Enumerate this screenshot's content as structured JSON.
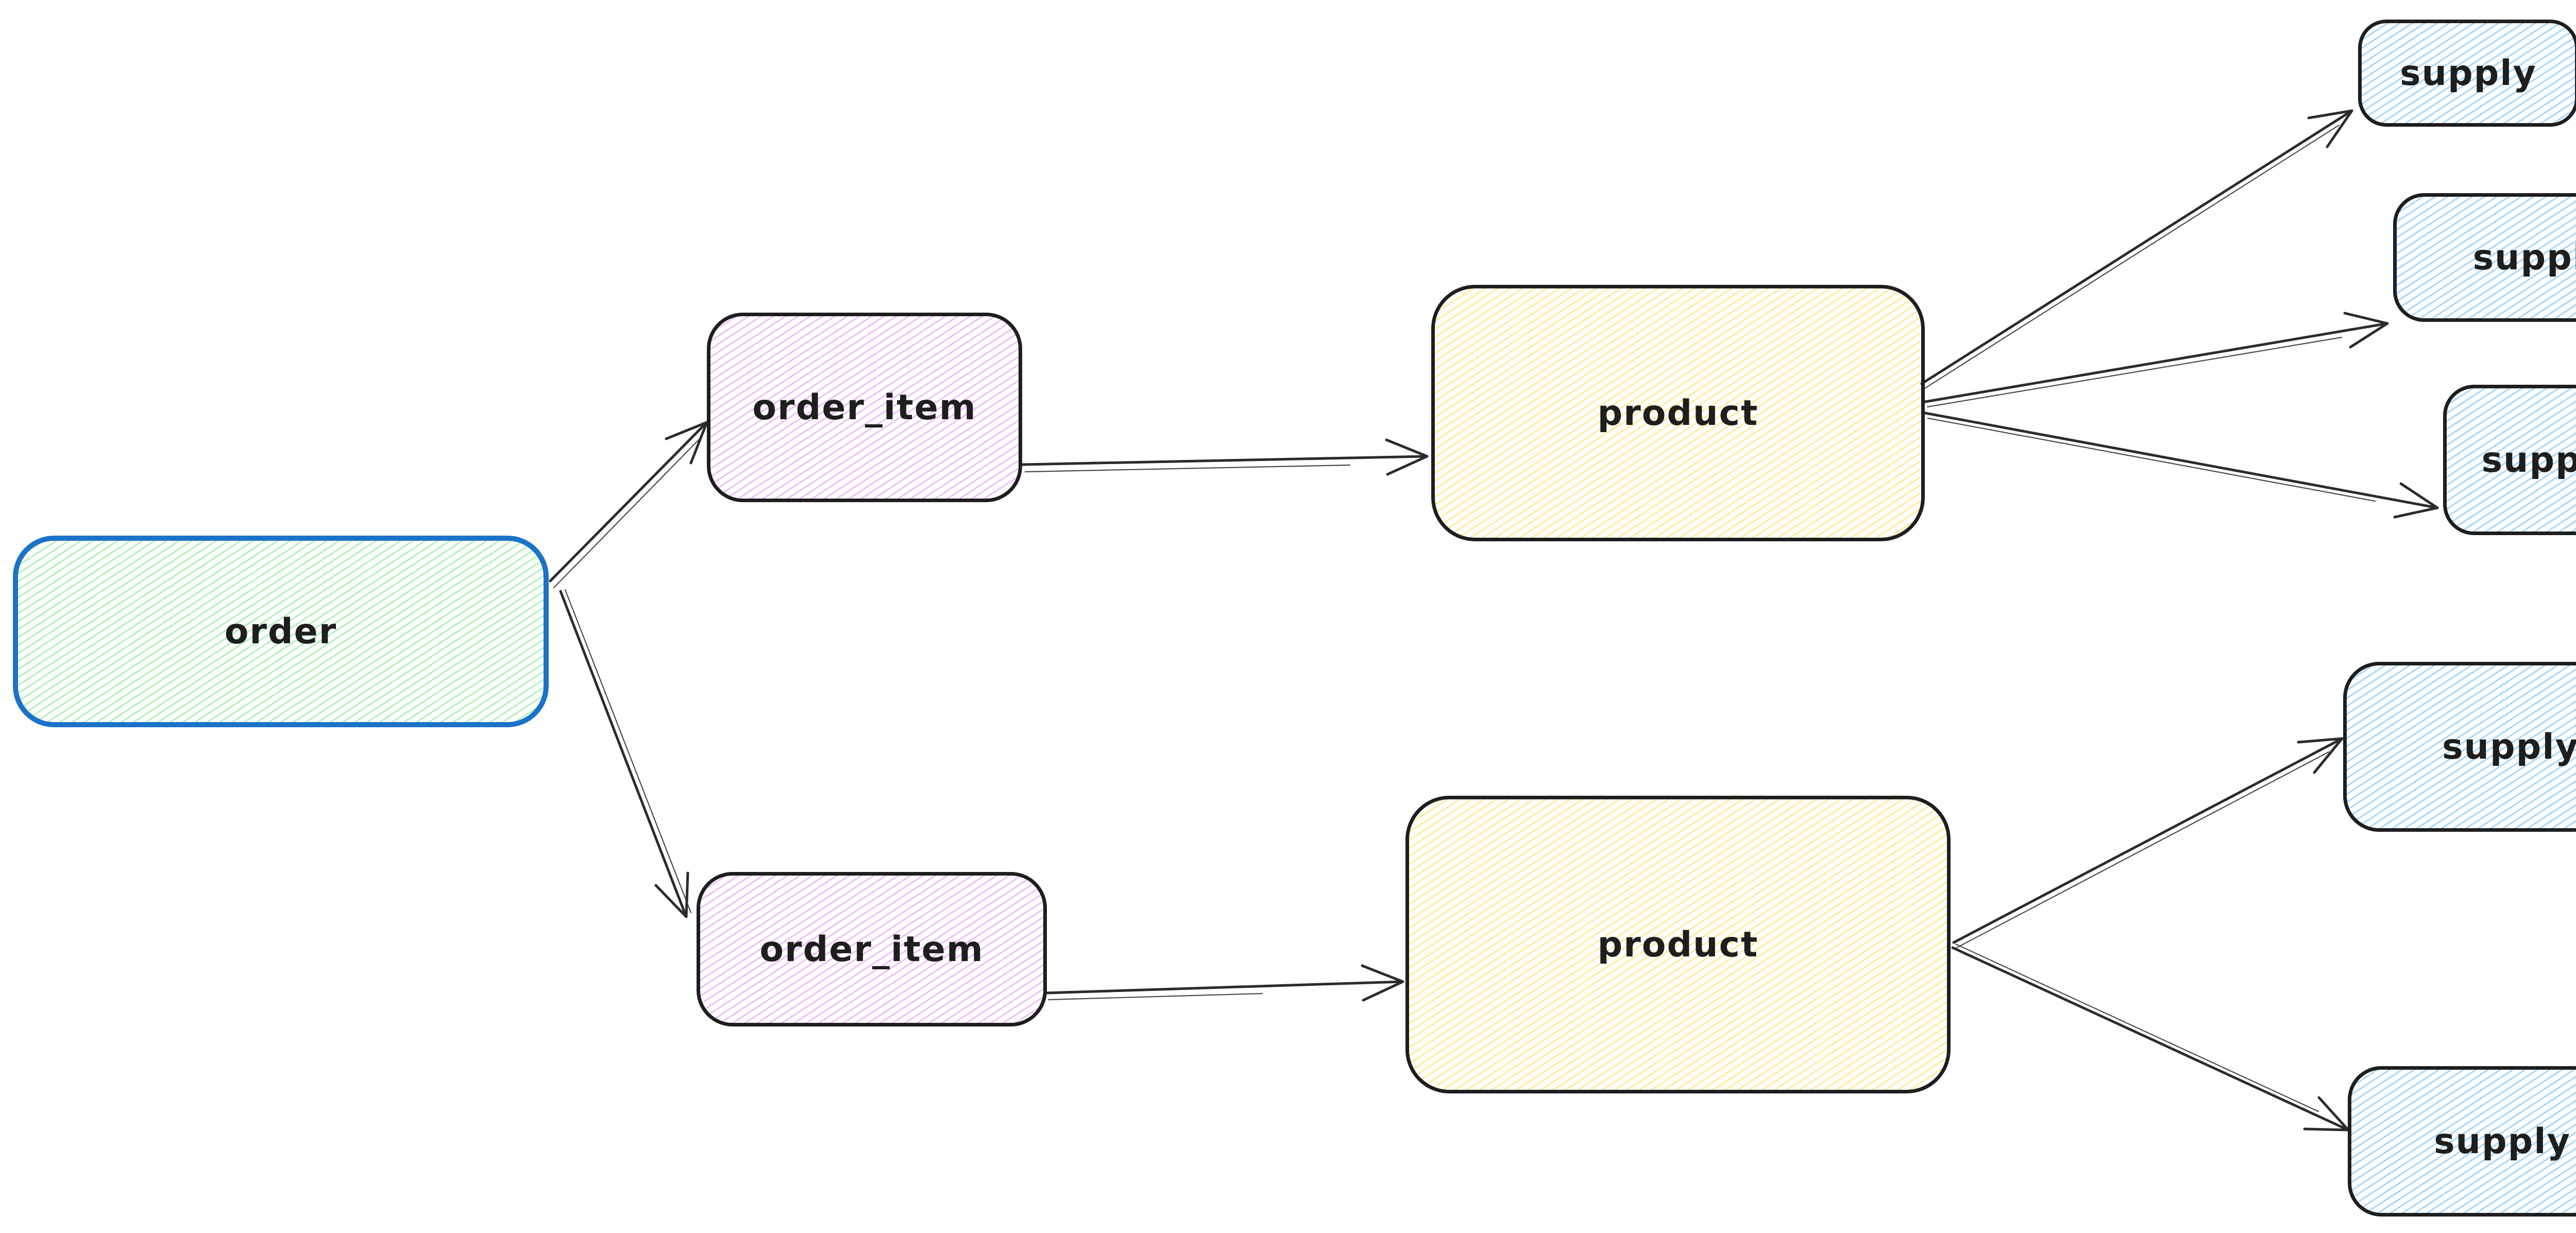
{
  "canvas": {
    "background": "#ffffff",
    "style": "hand-drawn-whiteboard-diagram"
  },
  "colors": {
    "node_stroke_dark": "#1e1e1e",
    "order_stroke_blue": "#1b72c9",
    "order_fill_green": "#b2f2bb",
    "order_item_fill_violet": "#eebefa",
    "product_fill_yellow": "#ffec99",
    "supply_fill_blue": "#a5d8ff",
    "arrow_color": "#2b2b2b",
    "label_color": "#1e1e1e"
  },
  "nodes": [
    {
      "id": "order",
      "label": "order"
    },
    {
      "id": "order_item_top",
      "label": "order_item"
    },
    {
      "id": "order_item_bottom",
      "label": "order_item"
    },
    {
      "id": "product_top",
      "label": "product"
    },
    {
      "id": "product_bottom",
      "label": "product"
    },
    {
      "id": "supply_top_1",
      "label": "supply"
    },
    {
      "id": "supply_top_2",
      "label": "supply"
    },
    {
      "id": "supply_top_3",
      "label": "supply"
    },
    {
      "id": "supply_bottom_1",
      "label": "supply"
    },
    {
      "id": "supply_bottom_2",
      "label": "supply"
    }
  ],
  "edges": [
    {
      "from": "order",
      "to": "order_item_top"
    },
    {
      "from": "order",
      "to": "order_item_bottom"
    },
    {
      "from": "order_item_top",
      "to": "product_top"
    },
    {
      "from": "order_item_bottom",
      "to": "product_bottom"
    },
    {
      "from": "product_top",
      "to": "supply_top_1"
    },
    {
      "from": "product_top",
      "to": "supply_top_2"
    },
    {
      "from": "product_top",
      "to": "supply_top_3"
    },
    {
      "from": "product_bottom",
      "to": "supply_bottom_1"
    },
    {
      "from": "product_bottom",
      "to": "supply_bottom_2"
    }
  ]
}
